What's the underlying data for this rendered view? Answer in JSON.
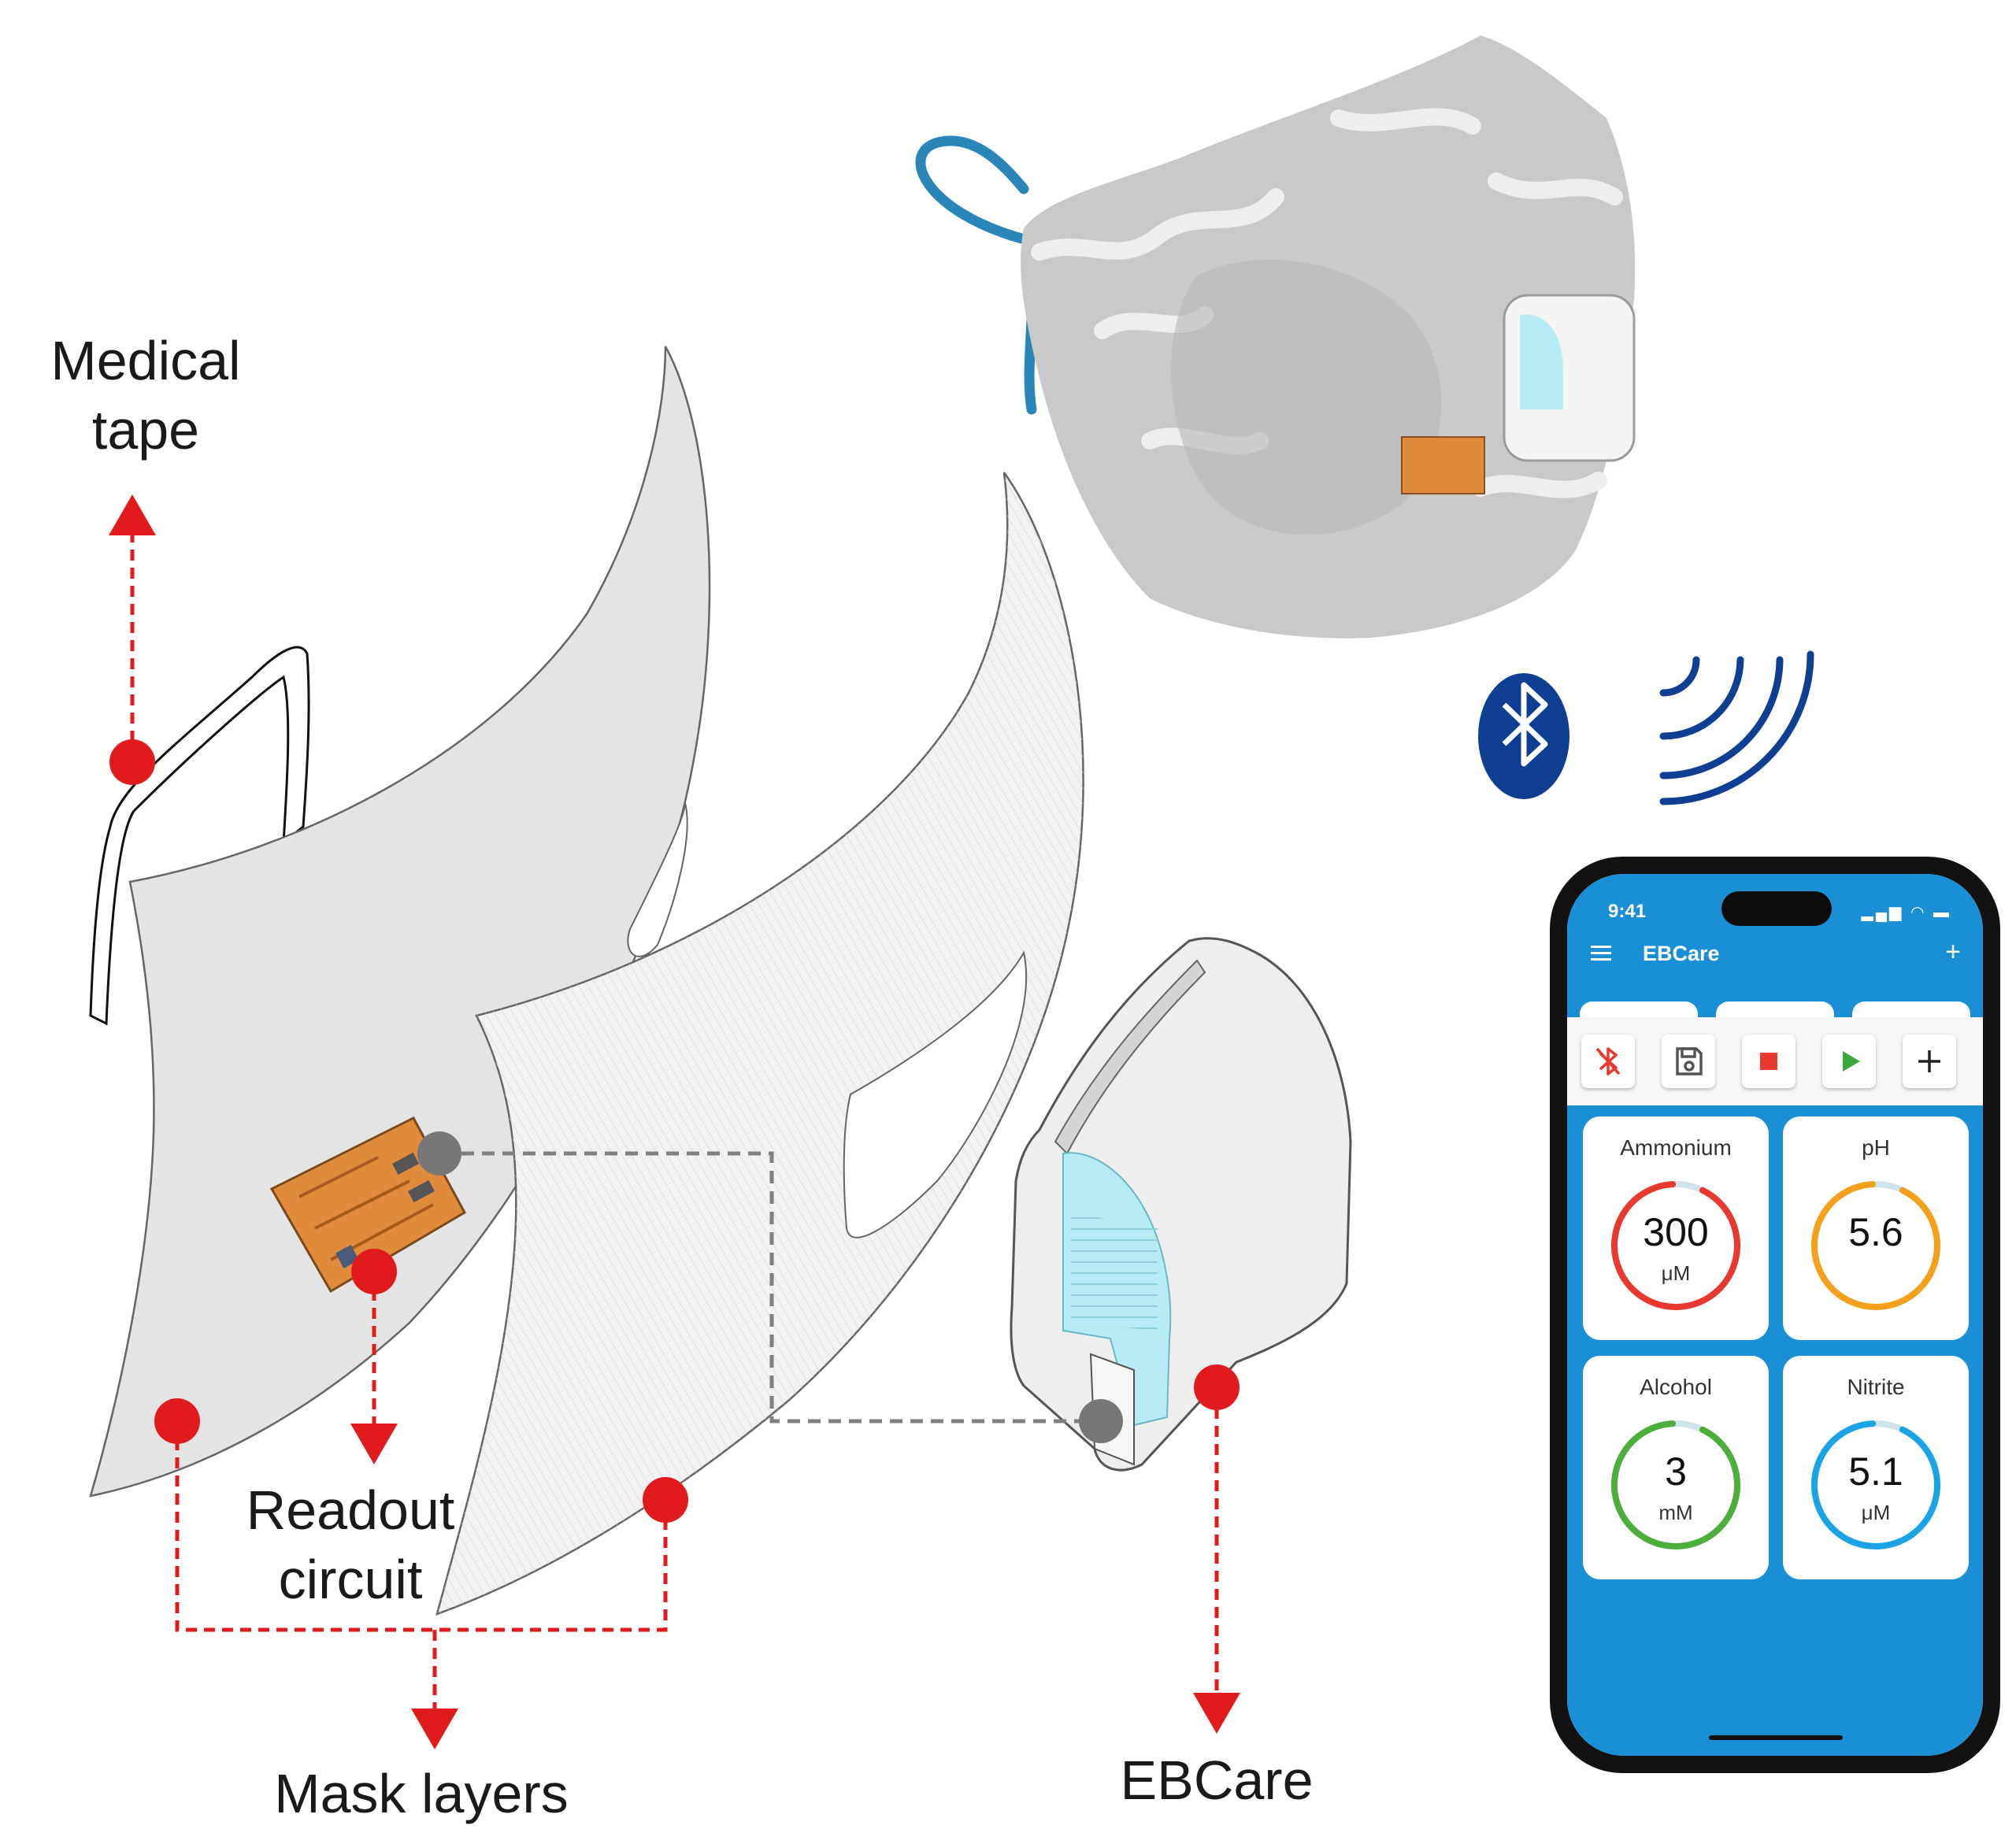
{
  "labels": {
    "medical_tape": "Medical\ntape",
    "readout_circuit": "Readout\ncircuit",
    "mask_layers": "Mask layers",
    "ebcare": "EBCare"
  },
  "phone": {
    "status_time": "9:41",
    "app_title": "EBCare",
    "tiles": [
      "lungs-icon",
      "food-drink-kidney-icon",
      "cloud-mask-wifi-icon"
    ],
    "controls": [
      "bluetooth-off-icon",
      "save-icon",
      "stop-icon",
      "play-icon",
      "add-icon"
    ],
    "cards": [
      {
        "label": "Ammonium",
        "value": "300",
        "unit": "μM",
        "color": "#e8392e"
      },
      {
        "label": "pH",
        "value": "5.6",
        "unit": "",
        "color": "#f3a01b"
      },
      {
        "label": "Alcohol",
        "value": "3",
        "unit": "mM",
        "color": "#4caf3c"
      },
      {
        "label": "Nitrite",
        "value": "5.1",
        "unit": "μM",
        "color": "#1aa4e6"
      }
    ]
  },
  "colors": {
    "callout_red": "#e11b1b",
    "connector_gray": "#808080",
    "bluetooth_blue": "#0e3f93",
    "wireless_blue": "#0e3f93",
    "app_blue": "#1a8fd6",
    "sensor_cyan": "#b8ecf4",
    "pcb_orange": "#e08a3c"
  }
}
